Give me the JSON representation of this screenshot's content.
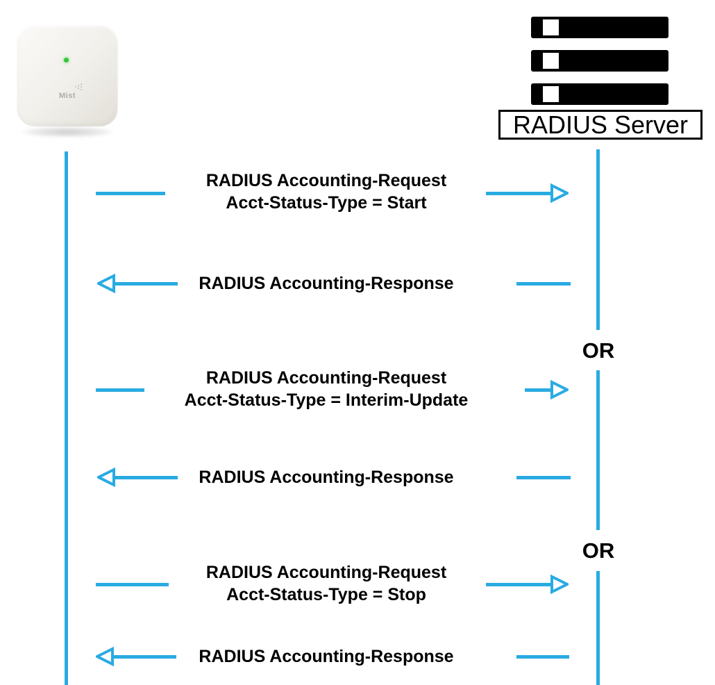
{
  "colors": {
    "accent": "#29ABE2",
    "ink": "#000000",
    "led_green": "#34C43D"
  },
  "ap": {
    "label": "Mist"
  },
  "server": {
    "label": "RADIUS Server"
  },
  "or_labels": {
    "first": "OR",
    "second": "OR"
  },
  "messages": [
    {
      "direction": "right",
      "line1": "RADIUS Accounting-Request",
      "line2": "Acct-Status-Type = Start"
    },
    {
      "direction": "left",
      "line1": "RADIUS Accounting-Response"
    },
    {
      "direction": "right",
      "line1": "RADIUS Accounting-Request",
      "line2": "Acct-Status-Type = Interim-Update"
    },
    {
      "direction": "left",
      "line1": "RADIUS Accounting-Response"
    },
    {
      "direction": "right",
      "line1": "RADIUS Accounting-Request",
      "line2": "Acct-Status-Type = Stop"
    },
    {
      "direction": "left",
      "line1": "RADIUS Accounting-Response"
    }
  ]
}
